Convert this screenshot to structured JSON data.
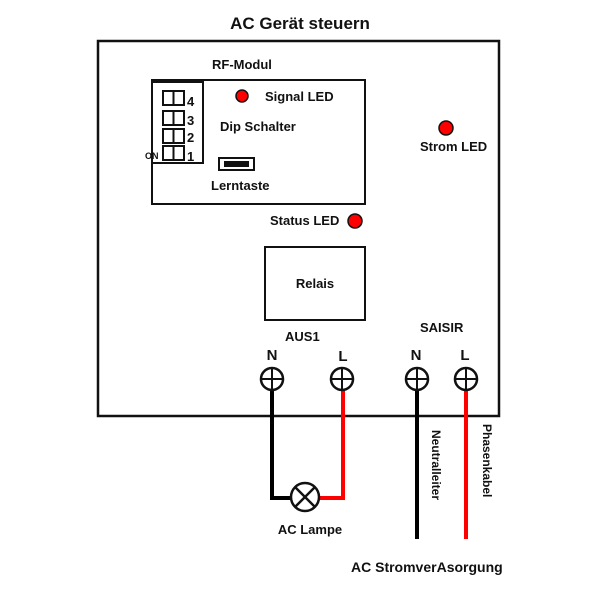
{
  "title": "AC Gerät steuern",
  "rf_module": {
    "label": "RF-Modul",
    "signal_led_label": "Signal LED",
    "dip_switch_label": "Dip Schalter",
    "dip_on_label": "ON",
    "dip_numbers": [
      "4",
      "3",
      "2",
      "1"
    ],
    "learn_button_label": "Lerntaste"
  },
  "power_led_label": "Strom LED",
  "status_led_label": "Status LED",
  "relay_label": "Relais",
  "output": {
    "label": "AUS1",
    "terminals": [
      "N",
      "L"
    ]
  },
  "input": {
    "label": "SAISIR",
    "terminals": [
      "N",
      "L"
    ]
  },
  "lamp_label": "AC Lampe",
  "neutral_wire_label": "Neutralleiter",
  "phase_wire_label": "Phasenkabel",
  "supply_label": "AC StromverAsorgung",
  "colors": {
    "led": "#ff0000",
    "phase_wire": "#ff0000",
    "neutral_wire": "#000000",
    "outline": "#111111"
  }
}
